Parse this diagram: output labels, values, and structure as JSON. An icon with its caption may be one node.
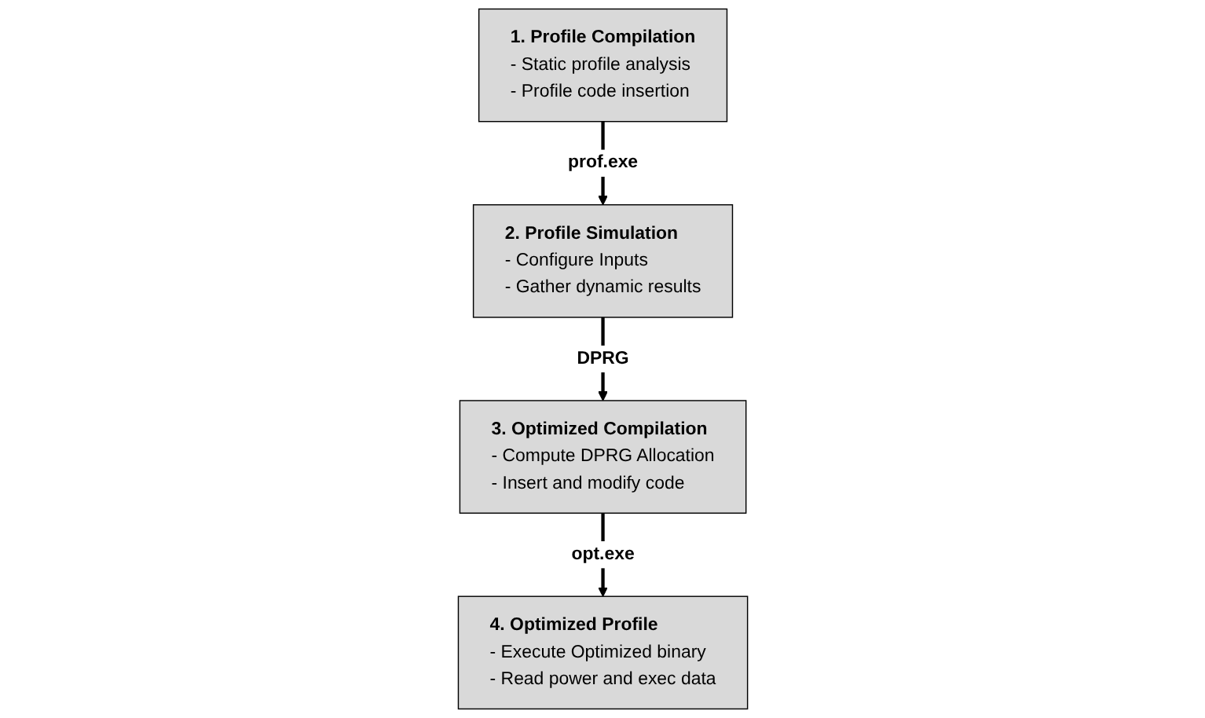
{
  "diagram": {
    "nodes": [
      {
        "text": [
          "1. Profile Compilation",
          "- Static profile analysis",
          "- Profile code insertion"
        ]
      },
      {
        "text": [
          "2. Profile Simulation",
          "- Configure Inputs",
          "- Gather dynamic results"
        ]
      },
      {
        "text": [
          "3. Optimized Compilation",
          "- Compute DPRG Allocation",
          "- Insert and modify code"
        ]
      },
      {
        "text": [
          "4. Optimized Profile",
          "- Execute Optimized binary",
          "- Read power and exec data"
        ]
      }
    ],
    "edges": [
      {
        "from": 0,
        "to": 1,
        "arrow": "to",
        "label": "prof.exe"
      },
      {
        "from": 1,
        "to": 2,
        "arrow": "to",
        "label": "DPRG"
      },
      {
        "from": 2,
        "to": 3,
        "arrow": "to",
        "label": "opt.exe"
      }
    ]
  }
}
